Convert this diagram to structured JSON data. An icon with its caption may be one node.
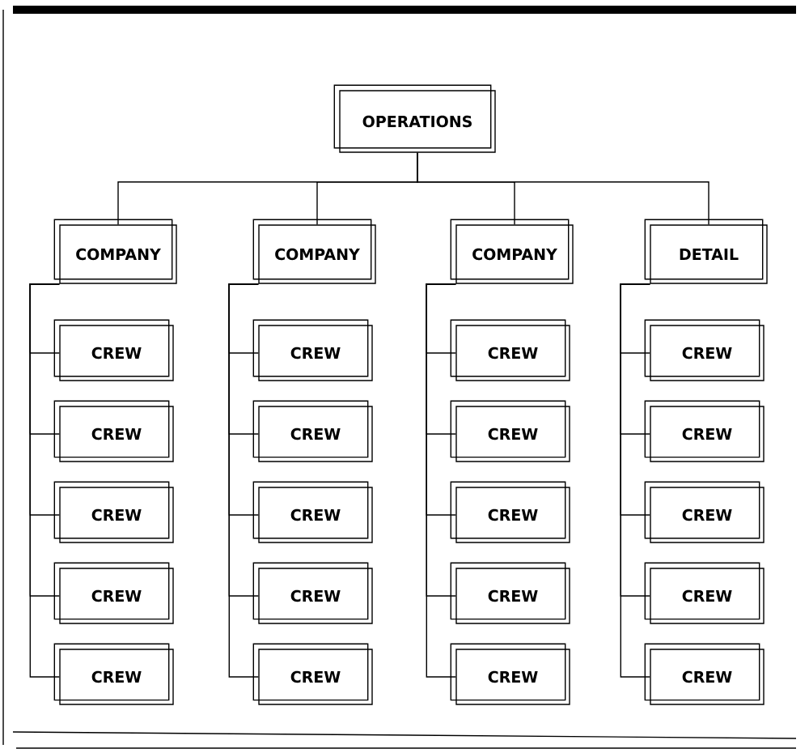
{
  "diagram": {
    "nodes": [
      {
        "text": [
          "OPERATIONS"
        ]
      },
      {
        "text": [
          "COMPANY"
        ]
      },
      {
        "text": [
          "COMPANY"
        ]
      },
      {
        "text": [
          "COMPANY"
        ]
      },
      {
        "text": [
          "DETAIL"
        ]
      },
      {
        "text": [
          "CREW"
        ]
      },
      {
        "text": [
          "CREW"
        ]
      },
      {
        "text": [
          "CREW"
        ]
      },
      {
        "text": [
          "CREW"
        ]
      },
      {
        "text": [
          "CREW"
        ]
      },
      {
        "text": [
          "CREW"
        ]
      },
      {
        "text": [
          "CREW"
        ]
      },
      {
        "text": [
          "CREW"
        ]
      },
      {
        "text": [
          "CREW"
        ]
      },
      {
        "text": [
          "CREW"
        ]
      },
      {
        "text": [
          "CREW"
        ]
      },
      {
        "text": [
          "CREW"
        ]
      },
      {
        "text": [
          "CREW"
        ]
      },
      {
        "text": [
          "CREW"
        ]
      },
      {
        "text": [
          "CREW"
        ]
      },
      {
        "text": [
          "CREW"
        ]
      },
      {
        "text": [
          "CREW"
        ]
      },
      {
        "text": [
          "CREW"
        ]
      },
      {
        "text": [
          "CREW"
        ]
      },
      {
        "text": [
          "CREW"
        ]
      }
    ],
    "edges": [
      {
        "from": 0,
        "to": 1,
        "arrow": "none"
      },
      {
        "from": 0,
        "to": 2,
        "arrow": "none"
      },
      {
        "from": 0,
        "to": 3,
        "arrow": "none"
      },
      {
        "from": 0,
        "to": 4,
        "arrow": "none"
      },
      {
        "from": 1,
        "to": 5,
        "arrow": "none"
      },
      {
        "from": 1,
        "to": 6,
        "arrow": "none"
      },
      {
        "from": 1,
        "to": 7,
        "arrow": "none"
      },
      {
        "from": 1,
        "to": 8,
        "arrow": "none"
      },
      {
        "from": 1,
        "to": 9,
        "arrow": "none"
      },
      {
        "from": 2,
        "to": 10,
        "arrow": "none"
      },
      {
        "from": 2,
        "to": 11,
        "arrow": "none"
      },
      {
        "from": 2,
        "to": 12,
        "arrow": "none"
      },
      {
        "from": 2,
        "to": 13,
        "arrow": "none"
      },
      {
        "from": 2,
        "to": 14,
        "arrow": "none"
      },
      {
        "from": 3,
        "to": 15,
        "arrow": "none"
      },
      {
        "from": 3,
        "to": 16,
        "arrow": "none"
      },
      {
        "from": 3,
        "to": 17,
        "arrow": "none"
      },
      {
        "from": 3,
        "to": 18,
        "arrow": "none"
      },
      {
        "from": 3,
        "to": 19,
        "arrow": "none"
      },
      {
        "from": 4,
        "to": 20,
        "arrow": "none"
      },
      {
        "from": 4,
        "to": 21,
        "arrow": "none"
      },
      {
        "from": 4,
        "to": 22,
        "arrow": "none"
      },
      {
        "from": 4,
        "to": 23,
        "arrow": "none"
      },
      {
        "from": 4,
        "to": 24,
        "arrow": "none"
      }
    ]
  }
}
